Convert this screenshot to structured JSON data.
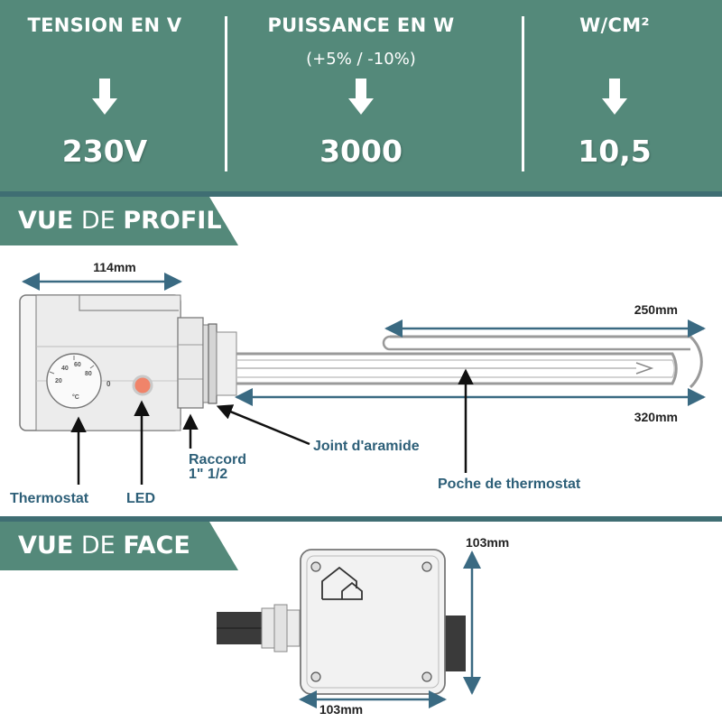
{
  "specs": [
    {
      "heading": "TENSION EN V",
      "note": "",
      "value": "230V"
    },
    {
      "heading": "PUISSANCE EN W",
      "note": "(+5% / -10%)",
      "value": "3000"
    },
    {
      "heading": "W/CM²",
      "note": "",
      "value": "10,5"
    }
  ],
  "profile_view": {
    "word1": "VUE",
    "word2": "DE",
    "word3": "PROFIL"
  },
  "front_view": {
    "word1": "VUE",
    "word2": "DE",
    "word3": "FACE"
  },
  "profile": {
    "width_dim": "114mm",
    "dial_marks": [
      "20",
      "40",
      "60",
      "80"
    ],
    "dial_unit": "°C",
    "dial_zero": "0",
    "element_length_dim": "250mm",
    "total_length_dim": "320mm",
    "labels": {
      "thermostat": "Thermostat",
      "led": "LED",
      "fitting_line1": "Raccord",
      "fitting_line2": "1\" 1/2",
      "gasket": "Joint d'aramide",
      "pocket": "Poche de thermostat"
    }
  },
  "front": {
    "height_dim": "103mm",
    "width_dim": "103mm"
  },
  "colors": {
    "banner": "#54897a",
    "band": "#3f6e73",
    "label_text": "#2d5f78",
    "dimension_arrow": "#3a6a82",
    "led": "#f0846a"
  }
}
